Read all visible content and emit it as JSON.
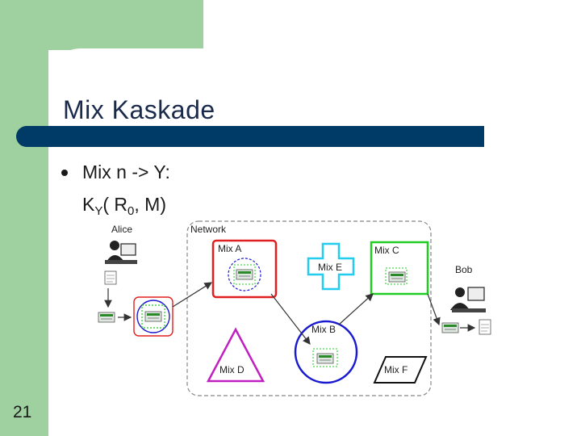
{
  "slide": {
    "title": "Mix Kaskade",
    "bullet_main": "Mix n -> Y:",
    "bullet_sub_prefix": "K",
    "bullet_sub_key": "Y",
    "bullet_sub_mid": "( R",
    "bullet_sub_index": "0",
    "bullet_sub_suffix": ", M)",
    "page_number": "21"
  },
  "diagram": {
    "network_label": "Network",
    "alice_label": "Alice",
    "bob_label": "Bob",
    "mixes": [
      {
        "id": "A",
        "label": "Mix A",
        "shape": "square",
        "color": "#e02020"
      },
      {
        "id": "B",
        "label": "Mix B",
        "shape": "circle",
        "color": "#1a1ad0"
      },
      {
        "id": "C",
        "label": "Mix C",
        "shape": "square",
        "color": "#22cc22"
      },
      {
        "id": "D",
        "label": "Mix D",
        "shape": "triangle",
        "color": "#c020c0"
      },
      {
        "id": "E",
        "label": "Mix E",
        "shape": "cross",
        "color": "#22ccee"
      },
      {
        "id": "F",
        "label": "Mix F",
        "shape": "parallelogram",
        "color": "#111111"
      }
    ],
    "route": [
      "Alice",
      "Mix A",
      "Mix B",
      "Mix C",
      "Bob"
    ]
  },
  "colors": {
    "accent_green": "#9fd09f",
    "title_bar": "#003a66"
  }
}
